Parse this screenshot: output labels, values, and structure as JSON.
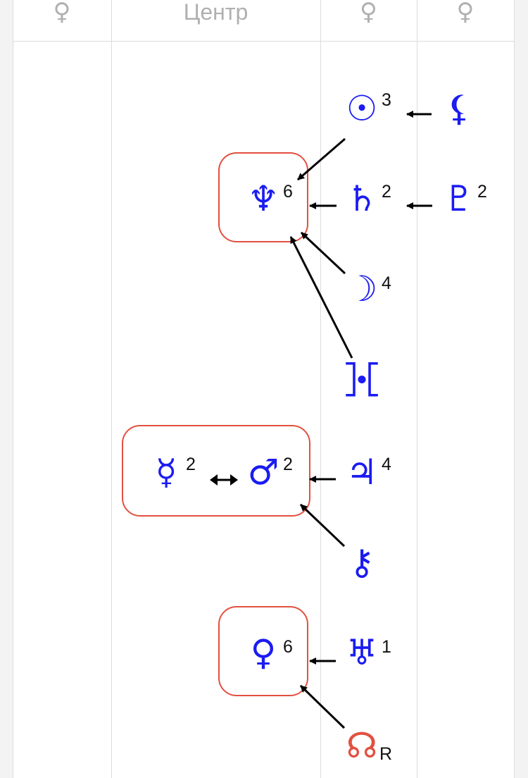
{
  "header": {
    "col1_symbol": "♀",
    "col2_label": "Центр",
    "col3_symbol": "♀",
    "col4_symbol": "♀"
  },
  "colors": {
    "planet": "#1b1bf2",
    "node": "#e2503f",
    "box_border": "#e2503f",
    "arrow": "#000000"
  },
  "nodes": {
    "sun": {
      "symbol": "☉",
      "count": "3"
    },
    "moon_lilith": {
      "symbol": "⚸",
      "count": ""
    },
    "neptune": {
      "symbol": "♆",
      "count": "6"
    },
    "saturn": {
      "symbol": "♄",
      "count": "2"
    },
    "pluto": {
      "symbol": "♇",
      "count": "2"
    },
    "moon": {
      "symbol": "☽",
      "count": "4"
    },
    "proserpina": {
      "symbol": "⯘",
      "count": ""
    },
    "mercury": {
      "symbol": "☿",
      "count": "2"
    },
    "mars": {
      "symbol": "♂",
      "count": "2"
    },
    "jupiter": {
      "symbol": "♃",
      "count": "4"
    },
    "chiron": {
      "symbol": "⚷",
      "count": ""
    },
    "venus": {
      "symbol": "♀",
      "count": "6"
    },
    "uranus": {
      "symbol": "♅",
      "count": "1"
    },
    "north_node": {
      "symbol": "☊",
      "count": "R"
    }
  }
}
